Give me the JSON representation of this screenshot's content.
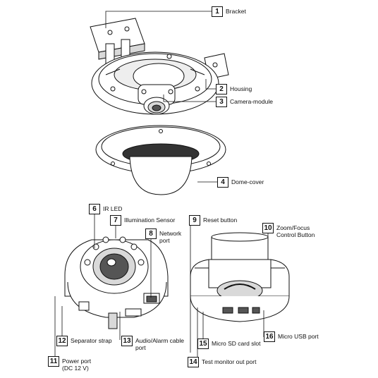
{
  "callouts": [
    {
      "num": "1",
      "label": "Bracket"
    },
    {
      "num": "2",
      "label": "Housing"
    },
    {
      "num": "3",
      "label": "Camera-module"
    },
    {
      "num": "4",
      "label": "Dome-cover"
    },
    {
      "num": "6",
      "label": "IR LED"
    },
    {
      "num": "7",
      "label": "Illumination Sensor"
    },
    {
      "num": "8",
      "label": "Network",
      "label2": "port"
    },
    {
      "num": "9",
      "label": "Reset button"
    },
    {
      "num": "10",
      "label": "Zoom/Focus",
      "label2": "Control Button"
    },
    {
      "num": "11",
      "label": "Power port",
      "label2": "(DC 12 V)"
    },
    {
      "num": "12",
      "label": "Separator strap"
    },
    {
      "num": "13",
      "label": "Audio/Alarm cable",
      "label2": "port"
    },
    {
      "num": "14",
      "label": "Test monitor out port"
    },
    {
      "num": "15",
      "label": "Micro SD card slot"
    },
    {
      "num": "16",
      "label": "Micro USB port"
    }
  ],
  "colors": {
    "line": "#111111",
    "fill": "#ffffff",
    "shade": "#d9d9d9",
    "dark": "#555555"
  }
}
